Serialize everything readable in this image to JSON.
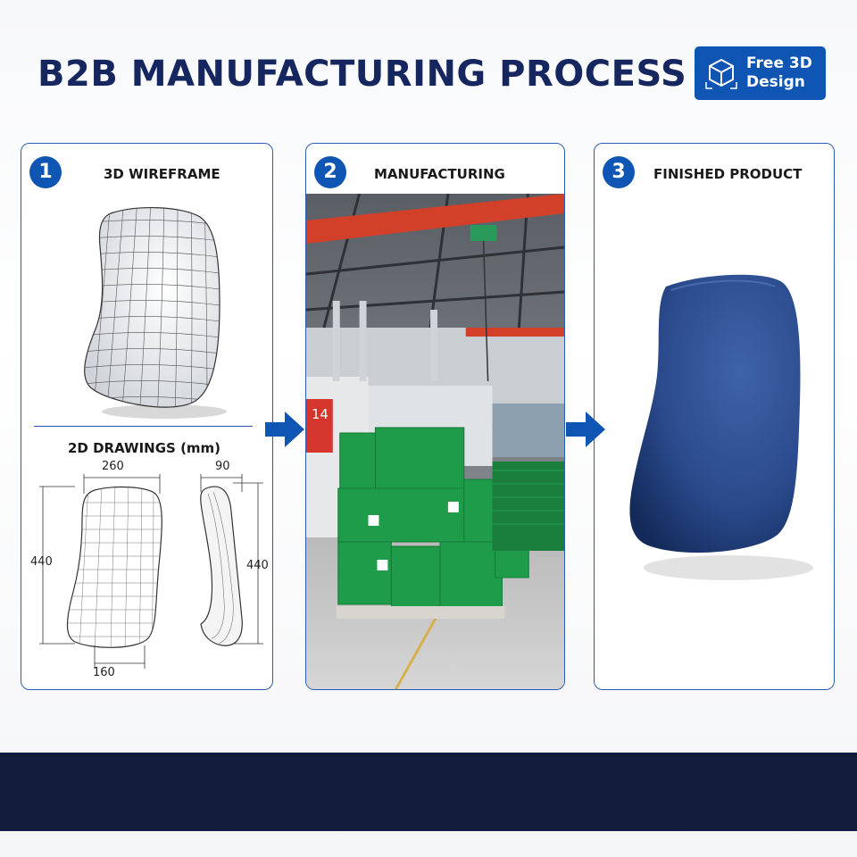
{
  "header": {
    "title": "B2B MANUFACTURING PROCESS",
    "badge_line1": "Free 3D",
    "badge_line2": "Design",
    "badge_icon": "cube-icon"
  },
  "steps": [
    {
      "number": "1",
      "label": "3D WIREFRAME"
    },
    {
      "number": "2",
      "label": "MANUFACTURING"
    },
    {
      "number": "3",
      "label": "FINISHED PRODUCT"
    }
  ],
  "drawings": {
    "title": "2D DRAWINGS (mm)",
    "front_width_top": "260",
    "front_height": "440",
    "front_width_bottom": "160",
    "side_depth": "90",
    "side_height": "440"
  },
  "factory": {
    "machine_number": "14"
  },
  "colors": {
    "brand_blue": "#0f55b4",
    "title_navy": "#16265e",
    "footer_navy": "#111d3a",
    "box_green": "#1f9c4a",
    "product_blue": "#2a4a8c"
  }
}
